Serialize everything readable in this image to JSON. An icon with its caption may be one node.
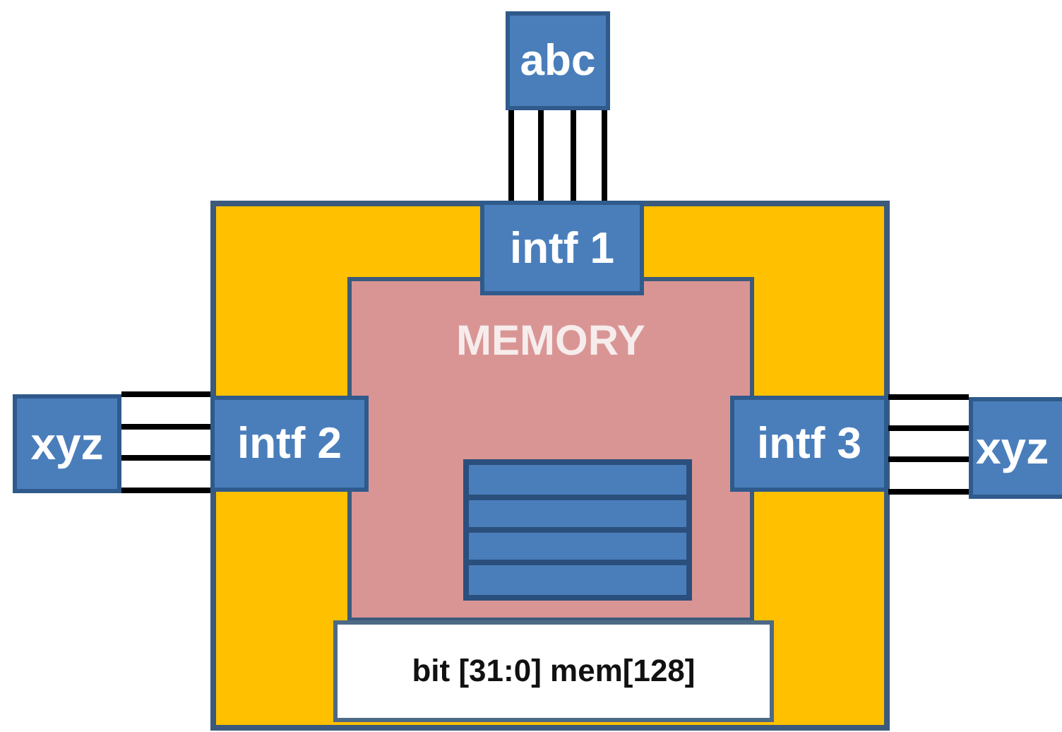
{
  "diagram": {
    "nodes": [
      {
        "text": [
          "abc"
        ]
      },
      {
        "text": [],
        "shape": "box"
      },
      {
        "text": [
          "intf 1"
        ],
        "in": 1
      },
      {
        "text": [
          "MEMORY"
        ],
        "in": 1
      },
      {
        "text": [
          "xyz"
        ]
      },
      {
        "text": [
          "intf 2"
        ],
        "in": 1
      },
      {
        "text": [
          "intf 3"
        ],
        "in": 1
      },
      {
        "text": [
          "xyz"
        ]
      },
      {
        "text": [],
        "shape": "box",
        "in": 3
      },
      {
        "text": [
          "bit [31:0] mem[128]"
        ],
        "in": 1
      }
    ],
    "edges": [
      {
        "from": 0,
        "to": 2,
        "arrow": "none"
      },
      {
        "from": 0,
        "to": 2,
        "arrow": "none"
      },
      {
        "from": 0,
        "to": 2,
        "arrow": "none"
      },
      {
        "from": 0,
        "to": 2,
        "arrow": "none"
      },
      {
        "from": 4,
        "to": 5,
        "arrow": "none"
      },
      {
        "from": 4,
        "to": 5,
        "arrow": "none"
      },
      {
        "from": 4,
        "to": 5,
        "arrow": "none"
      },
      {
        "from": 4,
        "to": 5,
        "arrow": "none"
      },
      {
        "from": 6,
        "to": 7,
        "arrow": "none"
      },
      {
        "from": 6,
        "to": 7,
        "arrow": "none"
      },
      {
        "from": 6,
        "to": 7,
        "arrow": "none"
      },
      {
        "from": 6,
        "to": 7,
        "arrow": "none"
      }
    ]
  }
}
